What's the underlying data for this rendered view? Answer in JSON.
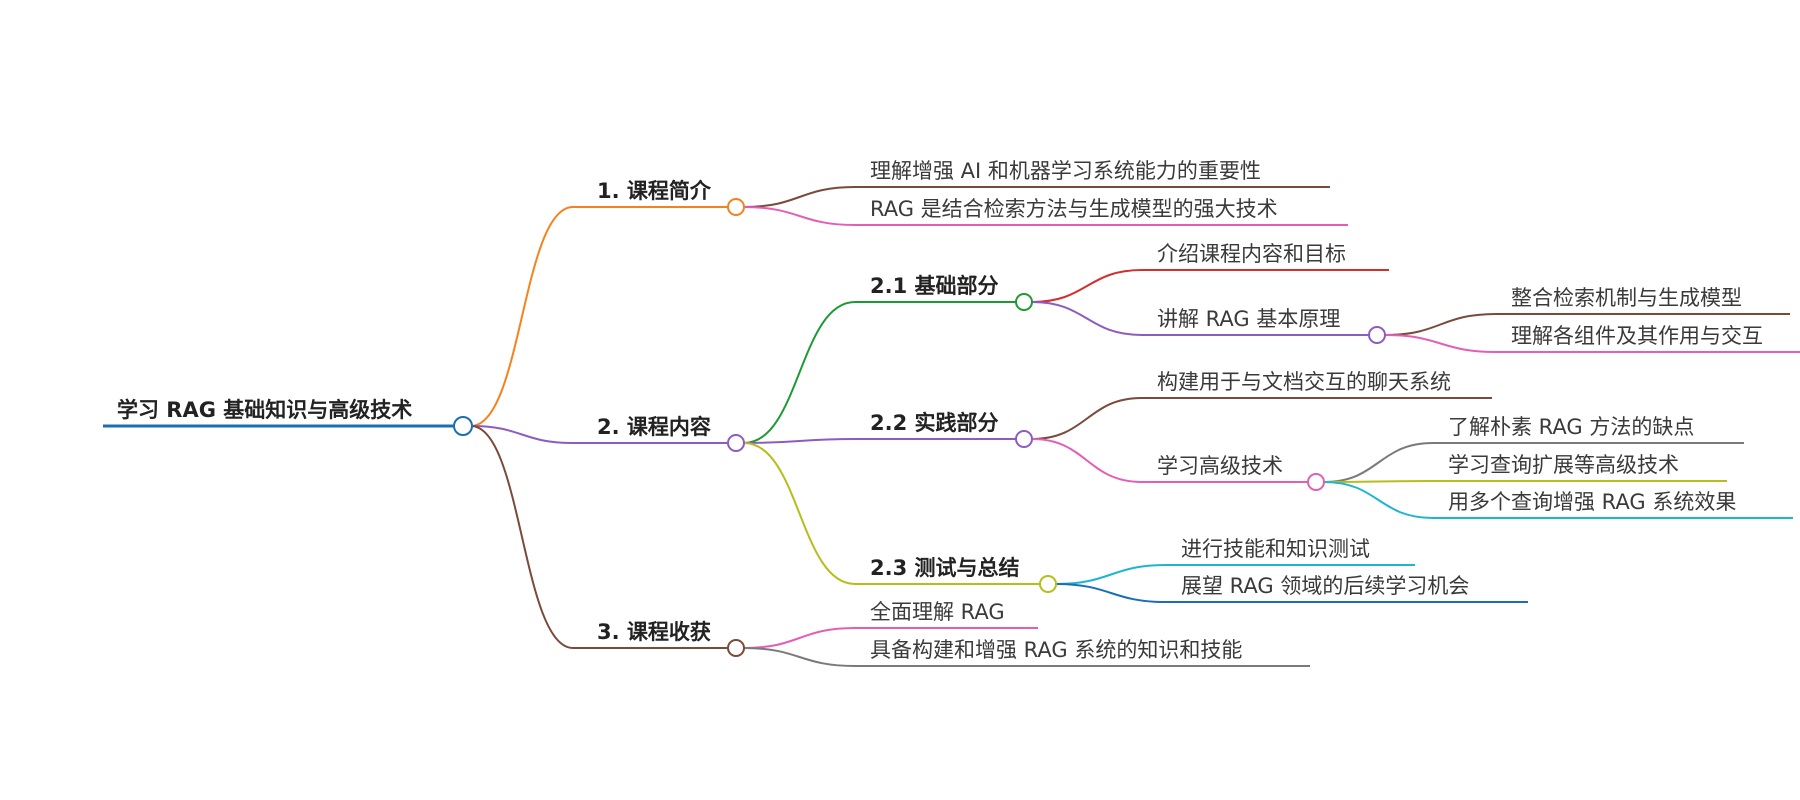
{
  "mindmap": {
    "root": {
      "id": "root",
      "label": "学习 RAG 基础知识与高级技术",
      "color": "#1a6fb3"
    },
    "nodes": [
      {
        "id": "n1",
        "parent": "root",
        "label": "1. 课程简介",
        "color": "#f5821f",
        "level": 1
      },
      {
        "id": "n1a",
        "parent": "n1",
        "label": "理解增强 AI 和机器学习系统能力的重要性",
        "color": "#7a4a3a",
        "level": 3
      },
      {
        "id": "n1b",
        "parent": "n1",
        "label": "RAG 是结合检索方法与生成模型的强大技术",
        "color": "#e35fb5",
        "level": 3
      },
      {
        "id": "n2",
        "parent": "root",
        "label": "2. 课程内容",
        "color": "#8e5cc0",
        "level": 1
      },
      {
        "id": "n21",
        "parent": "n2",
        "label": "2.1 基础部分",
        "color": "#1e9a34",
        "level": 2
      },
      {
        "id": "n21a",
        "parent": "n21",
        "label": "介绍课程内容和目标",
        "color": "#d62d2d",
        "level": 3
      },
      {
        "id": "n21b",
        "parent": "n21",
        "label": "讲解 RAG 基本原理",
        "color": "#8e5cc0",
        "level": 3
      },
      {
        "id": "n21b1",
        "parent": "n21b",
        "label": "整合检索机制与生成模型",
        "color": "#7a4a3a",
        "level": 3
      },
      {
        "id": "n21b2",
        "parent": "n21b",
        "label": "理解各组件及其作用与交互",
        "color": "#e35fb5",
        "level": 3
      },
      {
        "id": "n22",
        "parent": "n2",
        "label": "2.2 实践部分",
        "color": "#8e5cc0",
        "level": 2
      },
      {
        "id": "n22a",
        "parent": "n22",
        "label": "构建用于与文档交互的聊天系统",
        "color": "#7a4a3a",
        "level": 3
      },
      {
        "id": "n22b",
        "parent": "n22",
        "label": "学习高级技术",
        "color": "#e35fb5",
        "level": 3
      },
      {
        "id": "n22b1",
        "parent": "n22b",
        "label": "了解朴素 RAG 方法的缺点",
        "color": "#7a7a7a",
        "level": 3
      },
      {
        "id": "n22b2",
        "parent": "n22b",
        "label": "学习查询扩展等高级技术",
        "color": "#b7bd1a",
        "level": 3
      },
      {
        "id": "n22b3",
        "parent": "n22b",
        "label": "用多个查询增强 RAG 系统效果",
        "color": "#1db6cf",
        "level": 3
      },
      {
        "id": "n23",
        "parent": "n2",
        "label": "2.3 测试与总结",
        "color": "#b7bd1a",
        "level": 2
      },
      {
        "id": "n23a",
        "parent": "n23",
        "label": "进行技能和知识测试",
        "color": "#1db6cf",
        "level": 3
      },
      {
        "id": "n23b",
        "parent": "n23",
        "label": "展望 RAG 领域的后续学习机会",
        "color": "#1a6fb3",
        "level": 3
      },
      {
        "id": "n3",
        "parent": "root",
        "label": "3. 课程收获",
        "color": "#7a4a3a",
        "level": 1
      },
      {
        "id": "n3a",
        "parent": "n3",
        "label": "全面理解 RAG",
        "color": "#e35fb5",
        "level": 3
      },
      {
        "id": "n3b",
        "parent": "n3",
        "label": "具备构建和增强 RAG 系统的知识和技能",
        "color": "#7a7a7a",
        "level": 3
      }
    ]
  }
}
